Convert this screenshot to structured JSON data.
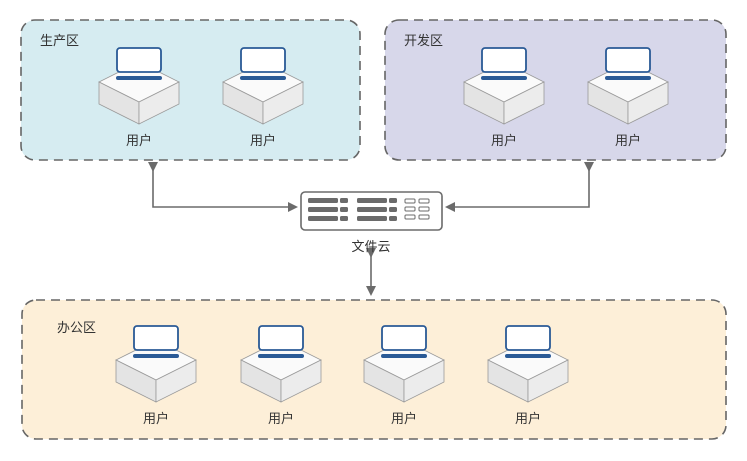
{
  "colors": {
    "production_fill": "#d6ecf1",
    "development_fill": "#d7d7ea",
    "office_fill": "#fdefd8",
    "border": "#666666",
    "arrow": "#6b6b6b",
    "laptop_blue": "#2a5a96",
    "text": "#333333"
  },
  "zones": [
    {
      "id": "production",
      "label": "生产区",
      "users": [
        {
          "label": "用户"
        },
        {
          "label": "用户"
        }
      ]
    },
    {
      "id": "development",
      "label": "开发区",
      "users": [
        {
          "label": "用户"
        },
        {
          "label": "用户"
        }
      ]
    },
    {
      "id": "office",
      "label": "办公区",
      "users": [
        {
          "label": "用户"
        },
        {
          "label": "用户"
        },
        {
          "label": "用户"
        },
        {
          "label": "用户"
        }
      ]
    }
  ],
  "server": {
    "label": "文件云",
    "icon": "server-rack-icon"
  },
  "connections": [
    {
      "from": "production",
      "to": "server",
      "type": "bidirectional"
    },
    {
      "from": "development",
      "to": "server",
      "type": "bidirectional"
    },
    {
      "from": "server",
      "to": "office",
      "type": "bidirectional"
    }
  ]
}
